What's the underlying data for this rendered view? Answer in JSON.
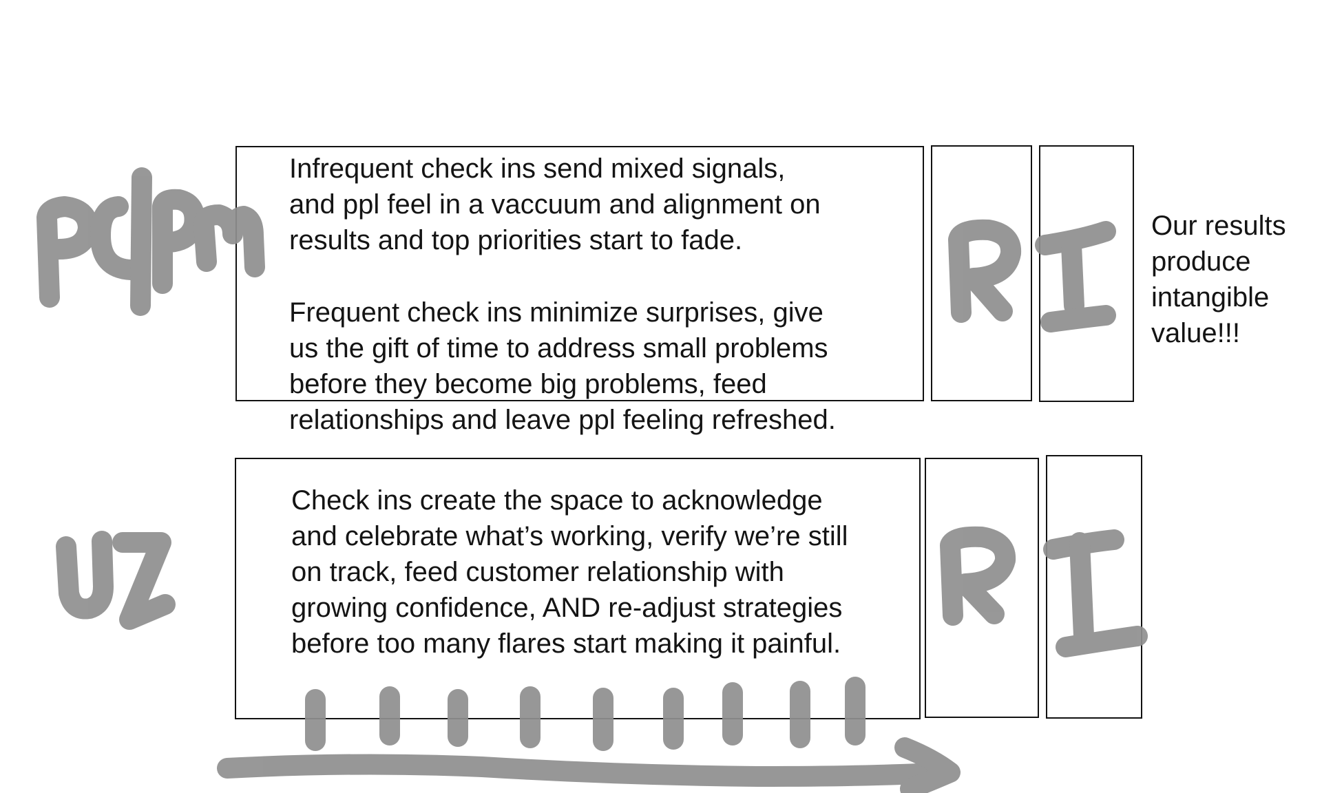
{
  "row1": {
    "label": "PC/PM",
    "text1": "Infrequent check ins send mixed signals,\nand ppl feel in a vaccuum and alignment on\nresults and top priorities start to fade.",
    "text2": "Frequent check ins minimize surprises, give\nus the gift of time to address small problems\nbefore they become big problems, feed\nrelationships and leave ppl feeling refreshed.",
    "col_r": "R",
    "col_i": "I"
  },
  "row2": {
    "label": "UZ",
    "text": "Check ins create the space to acknowledge\nand celebrate what’s working, verify we’re still\non track, feed customer relationship with\ngrowing confidence, AND re-adjust strategies\nbefore too many flares start making it painful.",
    "col_r": "R",
    "col_i": "I"
  },
  "side_note": "Our results\nproduce\nintangible\nvalue!!!",
  "timeline": {
    "check_in_marks": 9
  },
  "colors": {
    "ink": "#141414",
    "marker": "#8f8f8f"
  }
}
